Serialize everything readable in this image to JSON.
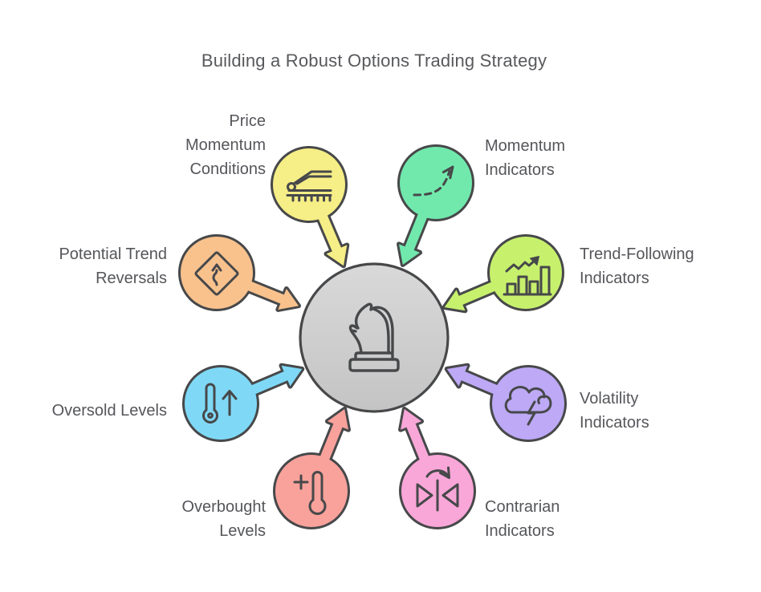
{
  "title": "Building a Robust Options Trading Strategy",
  "colors": {
    "background": "#ffffff",
    "outline": "#47484a",
    "text": "#55565a",
    "center_top": "#d9d9d9",
    "center_bottom": "#c4c4c4"
  },
  "center": {
    "icon": "chess-knight-icon"
  },
  "nodes": [
    {
      "id": "price-momentum-conditions",
      "label": "Price\nMomentum\nConditions",
      "color": "#f6ee86",
      "icon": "train-icon",
      "position": "top-left"
    },
    {
      "id": "momentum-indicators",
      "label": "Momentum\nIndicators",
      "color": "#71e9ad",
      "icon": "dashed-rising-arrow-icon",
      "position": "top-right"
    },
    {
      "id": "trend-following-indicators",
      "label": "Trend-Following\nIndicators",
      "color": "#c7f16d",
      "icon": "bar-chart-trend-icon",
      "position": "right-upper"
    },
    {
      "id": "volatility-indicators",
      "label": "Volatility\nIndicators",
      "color": "#bda9f6",
      "icon": "storm-cloud-lightning-icon",
      "position": "right-lower"
    },
    {
      "id": "contrarian-indicators",
      "label": "Contrarian\nIndicators",
      "color": "#f9a7d8",
      "icon": "flip-reverse-icon",
      "position": "bottom-right"
    },
    {
      "id": "overbought-levels",
      "label": "Overbought\nLevels",
      "color": "#f8a29b",
      "icon": "thermometer-plus-icon",
      "position": "bottom-left"
    },
    {
      "id": "oversold-levels",
      "label": "Oversold Levels",
      "color": "#7fd9f6",
      "icon": "thermometer-up-arrow-icon",
      "position": "left-lower"
    },
    {
      "id": "potential-trend-reversals",
      "label": "Potential Trend\nReversals",
      "color": "#f9c28d",
      "icon": "winding-road-sign-icon",
      "position": "left-upper"
    }
  ]
}
